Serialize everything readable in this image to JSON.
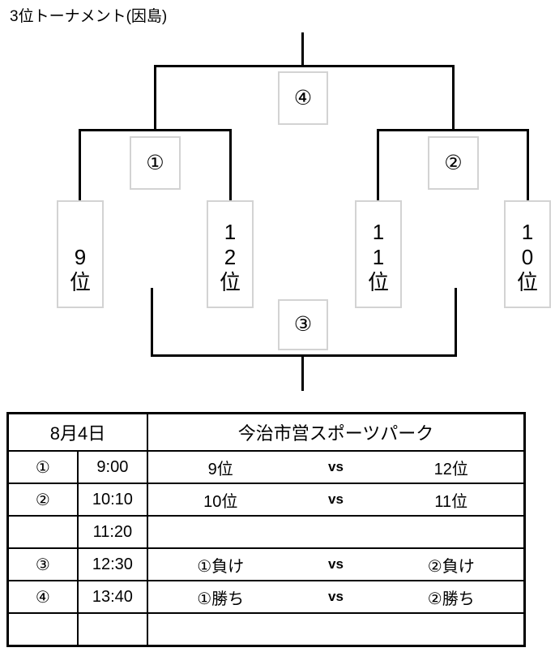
{
  "title": "3位トーナメント(因島)",
  "bracket": {
    "final_match": {
      "label": "④"
    },
    "semifinal_left": {
      "label": "①"
    },
    "semifinal_right": {
      "label": "②"
    },
    "consolation_match": {
      "label": "③"
    },
    "teams": [
      {
        "id": "team-9",
        "text": "9位",
        "chars": [
          "9",
          "位"
        ]
      },
      {
        "id": "team-12",
        "text": "12位",
        "chars": [
          "1",
          "2",
          "位"
        ]
      },
      {
        "id": "team-11",
        "text": "11位",
        "chars": [
          "1",
          "1",
          "位"
        ]
      },
      {
        "id": "team-10",
        "text": "10位",
        "chars": [
          "1",
          "0",
          "位"
        ]
      }
    ]
  },
  "schedule": {
    "header": {
      "date": "8月4日",
      "venue": "今治市営スポーツパーク"
    },
    "rows": [
      {
        "no": "①",
        "time": "9:00",
        "home": "9位",
        "vs": "vs",
        "away": "12位",
        "empty": false
      },
      {
        "no": "②",
        "time": "10:10",
        "home": "10位",
        "vs": "vs",
        "away": "11位",
        "empty": false
      },
      {
        "no": "",
        "time": "11:20",
        "home": "",
        "vs": "",
        "away": "",
        "empty": true
      },
      {
        "no": "③",
        "time": "12:30",
        "home": "①負け",
        "vs": "vs",
        "away": "②負け",
        "empty": false
      },
      {
        "no": "④",
        "time": "13:40",
        "home": "①勝ち",
        "vs": "vs",
        "away": "②勝ち",
        "empty": false
      },
      {
        "no": "",
        "time": "",
        "home": "",
        "vs": "",
        "away": "",
        "empty": true
      }
    ]
  },
  "colors": {
    "line": "#000000",
    "box_border": "#d3d3d3",
    "background": "#ffffff"
  }
}
